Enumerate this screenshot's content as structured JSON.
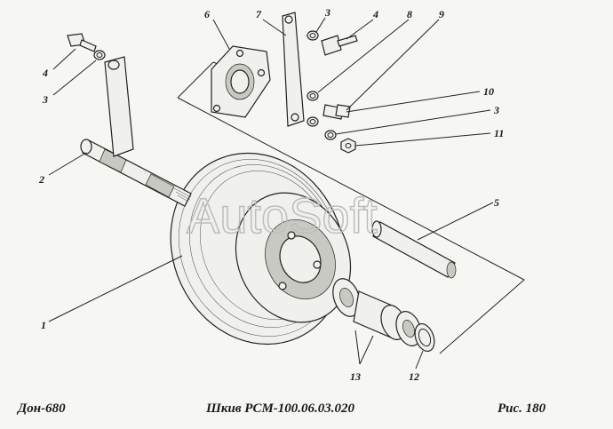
{
  "watermark": "AutoSoft",
  "captions": {
    "left": "Дон-680",
    "title": "Шкив РСМ-100.06.03.020",
    "right": "Рис.  180"
  },
  "callouts": {
    "c1": "1",
    "c2": "2",
    "c3a": "3",
    "c3b": "3",
    "c3c": "3",
    "c4a": "4",
    "c4b": "4",
    "c5": "5",
    "c6": "6",
    "c7": "7",
    "c8": "8",
    "c9": "9",
    "c10": "10",
    "c11": "11",
    "c12": "12",
    "c13": "13"
  }
}
